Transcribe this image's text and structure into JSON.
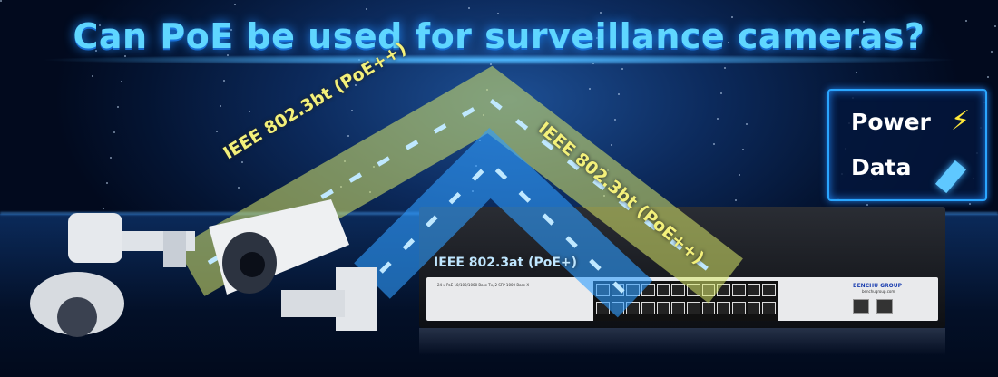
{
  "title": "Can PoE be used for surveillance cameras?",
  "labels": {
    "left_band": "IEEE 802.3bt (PoE++)",
    "right_band": "IEEE 802.3bt (PoE++)",
    "blue_band": "IEEE 802.3at (PoE+)"
  },
  "legend": {
    "power": "Power",
    "data": "Data",
    "power_icon": "lightning-bolt-icon",
    "data_icon": "data-bar-icon",
    "bolt": "⚡"
  },
  "switch": {
    "brand": "BENCHU GROUP",
    "url": "benchugroup.com",
    "panel_text": "24 x PoE 10/100/1000 Base-Tx, 2 SFP 1000 Base-X"
  },
  "colors": {
    "power_band": "#d8e86a",
    "data_band": "#2f9dff",
    "title": "#5fd6ff",
    "legend_border": "#2aa6ff"
  }
}
